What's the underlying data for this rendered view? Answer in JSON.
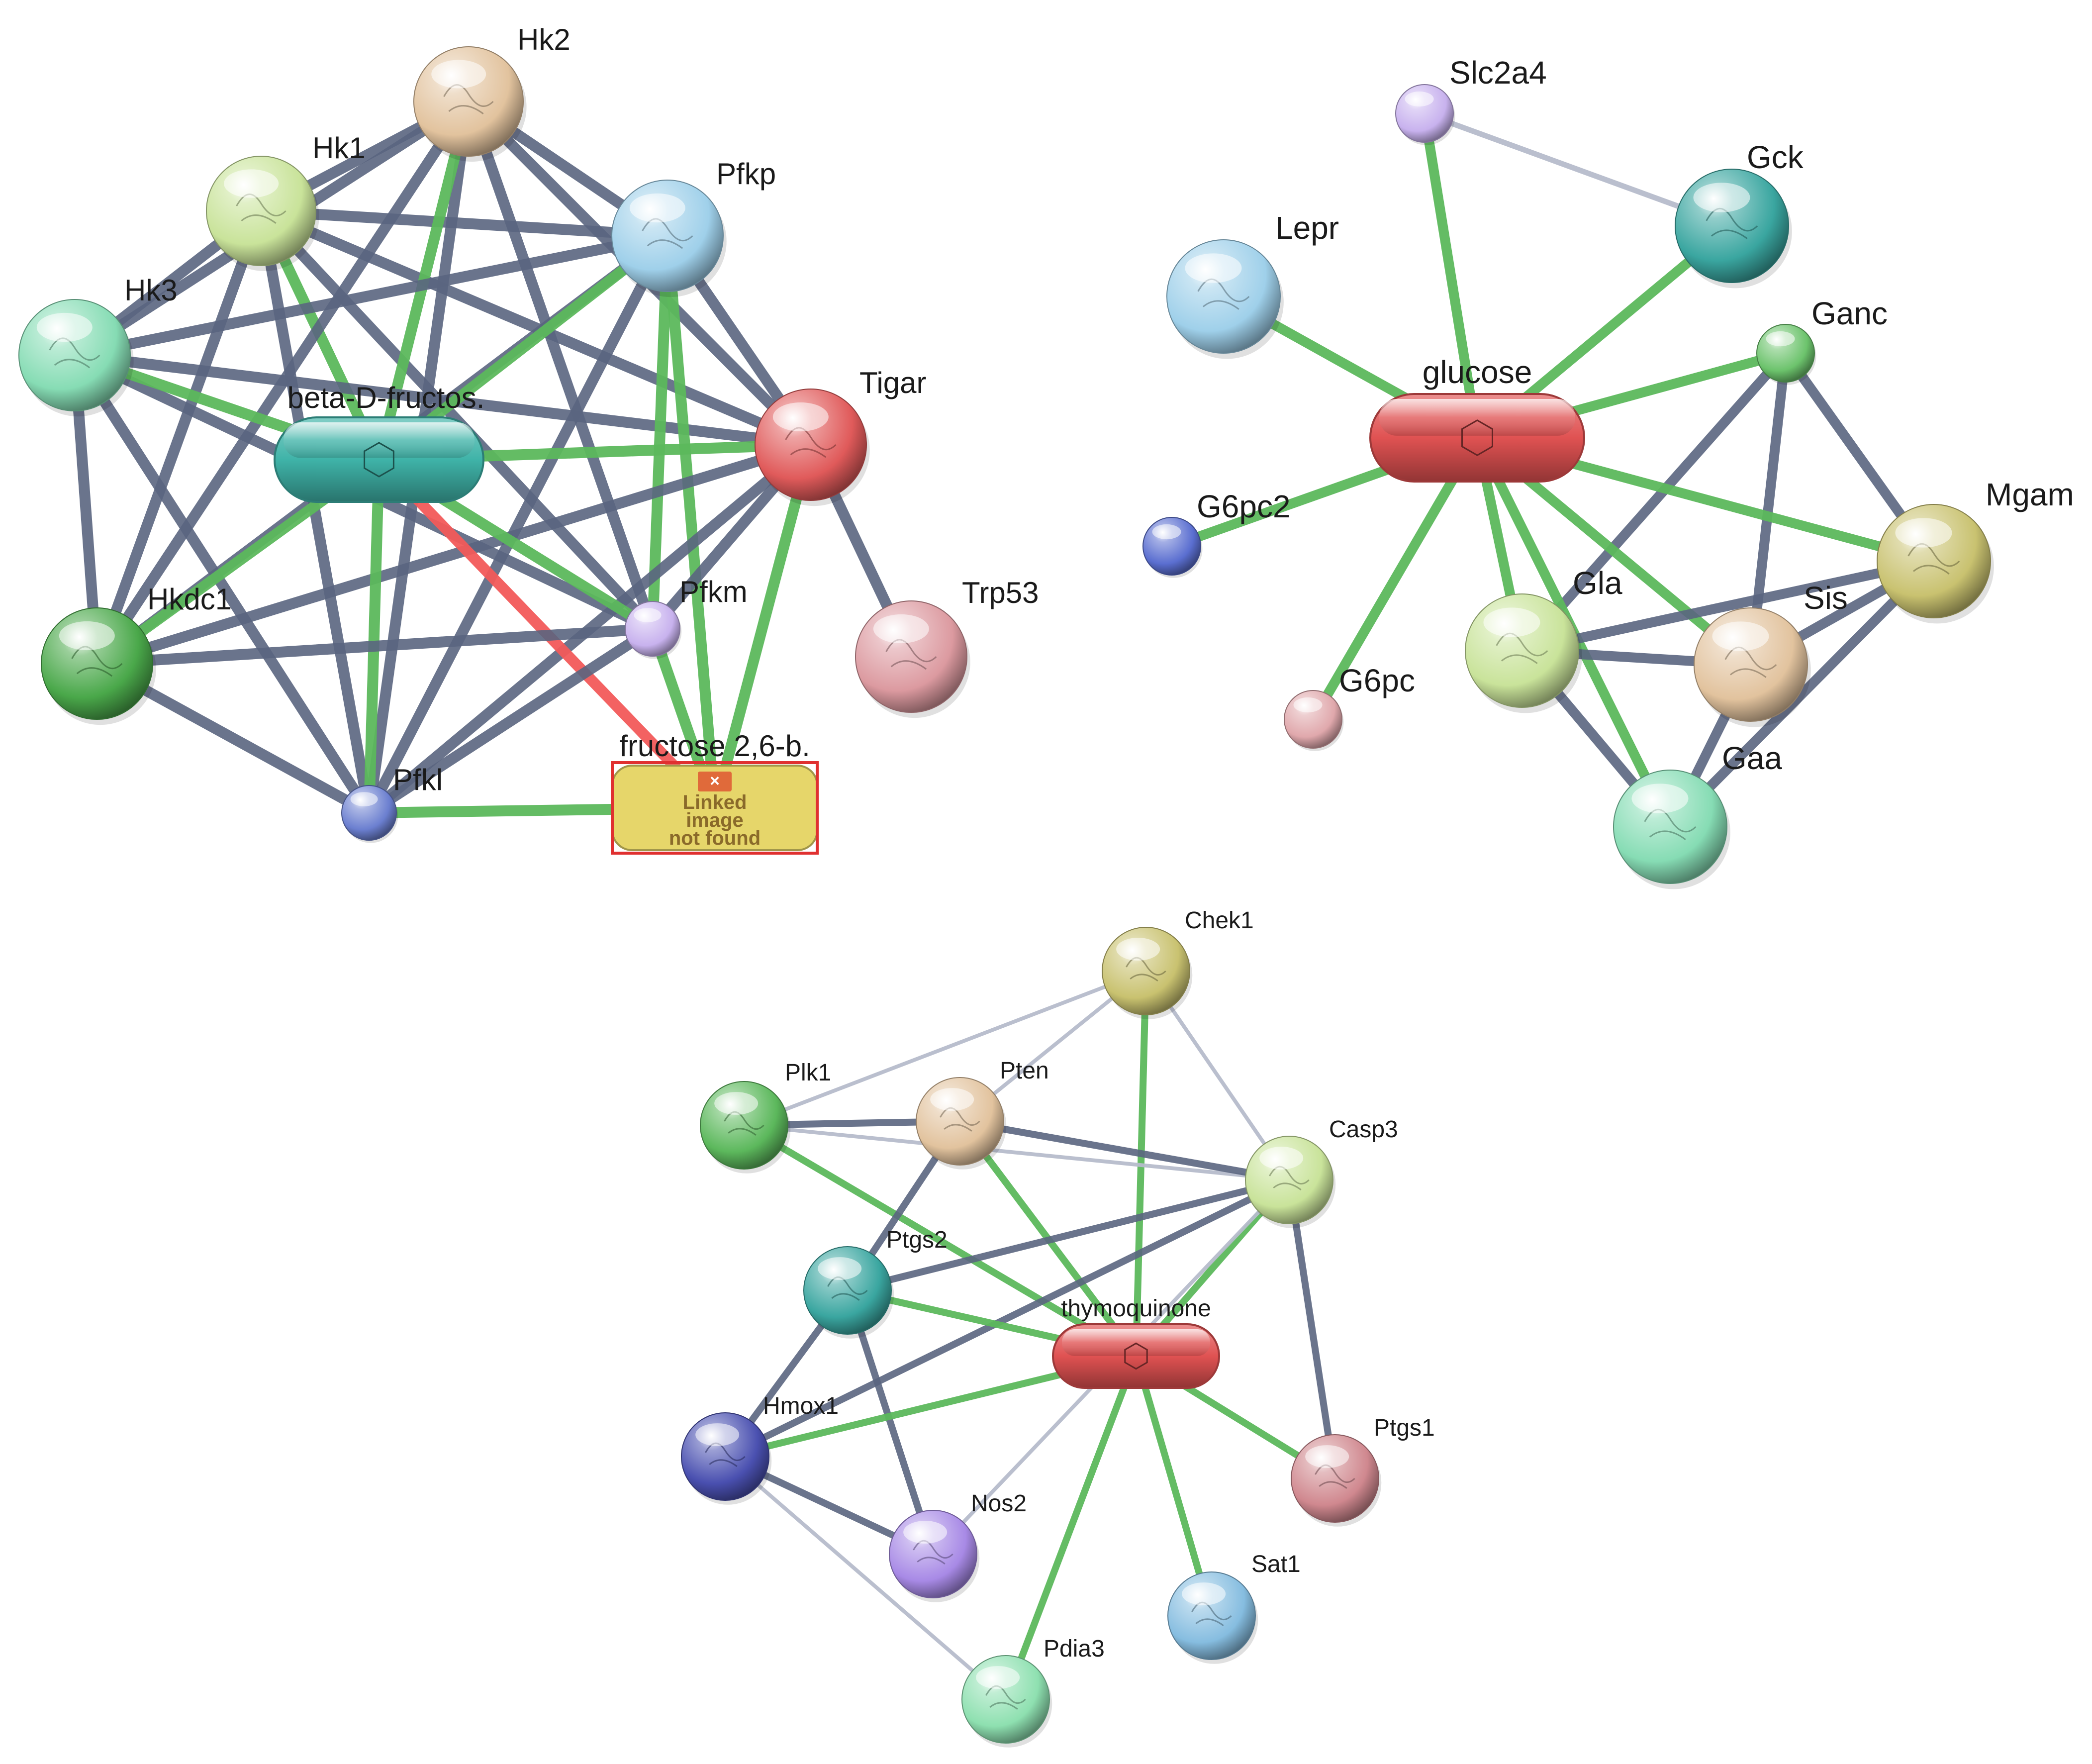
{
  "colors": {
    "edge_gray": "#5a6580",
    "edge_lightgray": "#b6bccb",
    "edge_green": "#5cb85c",
    "edge_red": "#f25a5a"
  },
  "networks": [
    {
      "id": "glycolysis",
      "nodes": [
        {
          "id": "Hk2",
          "label": "Hk2",
          "kind": "protein",
          "color": "#e2c39e"
        },
        {
          "id": "Hk1",
          "label": "Hk1",
          "kind": "protein",
          "color": "#c9e39a"
        },
        {
          "id": "Pfkp",
          "label": "Pfkp",
          "kind": "protein",
          "color": "#9fd0ea"
        },
        {
          "id": "Hk3",
          "label": "Hk3",
          "kind": "protein",
          "color": "#86dcb4"
        },
        {
          "id": "Tigar",
          "label": "Tigar",
          "kind": "protein",
          "color": "#e05a5a"
        },
        {
          "id": "bDF",
          "label": "beta-D-fructos.",
          "kind": "compound",
          "color": "#3fb3a8"
        },
        {
          "id": "Hkdc1",
          "label": "Hkdc1",
          "kind": "protein",
          "color": "#4aa84a"
        },
        {
          "id": "Pfkm",
          "label": "Pfkm",
          "kind": "protein-small",
          "color": "#c8b2ee"
        },
        {
          "id": "Trp53",
          "label": "Trp53",
          "kind": "protein",
          "color": "#dc9aa0"
        },
        {
          "id": "Pfkl",
          "label": "Pfkl",
          "kind": "protein-small",
          "color": "#6b7fd0"
        },
        {
          "id": "F26",
          "label": "fructose 2,6-b.",
          "kind": "compound-broken",
          "color": "#e6d66a",
          "broken_text": [
            "Linked",
            "image",
            "not found"
          ]
        }
      ],
      "edges": [
        [
          "Hk1",
          "Hk2",
          "gray"
        ],
        [
          "Hk1",
          "Hk3",
          "gray"
        ],
        [
          "Hk1",
          "Pfkp",
          "gray"
        ],
        [
          "Hk1",
          "Tigar",
          "gray"
        ],
        [
          "Hk1",
          "Pfkm",
          "gray"
        ],
        [
          "Hk1",
          "Pfkl",
          "gray"
        ],
        [
          "Hk1",
          "Hkdc1",
          "gray"
        ],
        [
          "Hk1",
          "bDF",
          "green"
        ],
        [
          "Hk2",
          "Hk3",
          "gray"
        ],
        [
          "Hk2",
          "Pfkp",
          "gray"
        ],
        [
          "Hk2",
          "Tigar",
          "gray"
        ],
        [
          "Hk2",
          "Pfkm",
          "gray"
        ],
        [
          "Hk2",
          "Pfkl",
          "gray"
        ],
        [
          "Hk2",
          "Hkdc1",
          "gray"
        ],
        [
          "Hk2",
          "bDF",
          "green"
        ],
        [
          "Hk3",
          "Hkdc1",
          "gray"
        ],
        [
          "Hk3",
          "Pfkp",
          "gray"
        ],
        [
          "Hk3",
          "Tigar",
          "gray"
        ],
        [
          "Hk3",
          "Pfkm",
          "gray"
        ],
        [
          "Hk3",
          "Pfkl",
          "gray"
        ],
        [
          "Hk3",
          "bDF",
          "green"
        ],
        [
          "Pfkp",
          "Hkdc1",
          "gray"
        ],
        [
          "Pfkp",
          "Tigar",
          "gray"
        ],
        [
          "Pfkp",
          "Pfkm",
          "green"
        ],
        [
          "Pfkp",
          "Pfkl",
          "gray"
        ],
        [
          "Pfkp",
          "F26",
          "green"
        ],
        [
          "Pfkp",
          "bDF",
          "green"
        ],
        [
          "Tigar",
          "bDF",
          "green"
        ],
        [
          "Tigar",
          "Pfkm",
          "gray"
        ],
        [
          "Tigar",
          "Hkdc1",
          "gray"
        ],
        [
          "Tigar",
          "Pfkl",
          "gray"
        ],
        [
          "Tigar",
          "Trp53",
          "gray"
        ],
        [
          "Tigar",
          "F26",
          "green"
        ],
        [
          "bDF",
          "Hkdc1",
          "green"
        ],
        [
          "bDF",
          "Pfkm",
          "green"
        ],
        [
          "bDF",
          "Pfkl",
          "green"
        ],
        [
          "bDF",
          "F26",
          "red"
        ],
        [
          "Hkdc1",
          "Pfkm",
          "gray"
        ],
        [
          "Hkdc1",
          "Pfkl",
          "gray"
        ],
        [
          "Pfkm",
          "Pfkl",
          "gray"
        ],
        [
          "Pfkm",
          "F26",
          "green"
        ],
        [
          "Pfkl",
          "F26",
          "green"
        ]
      ]
    },
    {
      "id": "glucose",
      "nodes": [
        {
          "id": "Slc2a4",
          "label": "Slc2a4",
          "kind": "protein-small",
          "color": "#c8b2ee"
        },
        {
          "id": "Gck",
          "label": "Gck",
          "kind": "protein",
          "color": "#3aa6a0"
        },
        {
          "id": "Lepr",
          "label": "Lepr",
          "kind": "protein",
          "color": "#9fd0ea"
        },
        {
          "id": "Ganc",
          "label": "Ganc",
          "kind": "protein-small",
          "color": "#6cc36c"
        },
        {
          "id": "glucose",
          "label": "glucose",
          "kind": "compound",
          "color": "#e05252"
        },
        {
          "id": "Mgam",
          "label": "Mgam",
          "kind": "protein",
          "color": "#c9c270"
        },
        {
          "id": "G6pc2",
          "label": "G6pc2",
          "kind": "protein-small",
          "color": "#5a6ed0"
        },
        {
          "id": "Gla",
          "label": "Gla",
          "kind": "protein",
          "color": "#c9e39a"
        },
        {
          "id": "Sis",
          "label": "Sis",
          "kind": "protein",
          "color": "#e2c39e"
        },
        {
          "id": "G6pc",
          "label": "G6pc",
          "kind": "protein-small",
          "color": "#e0a8ac"
        },
        {
          "id": "Gaa",
          "label": "Gaa",
          "kind": "protein",
          "color": "#86dcb4"
        }
      ],
      "edges": [
        [
          "Slc2a4",
          "Gck",
          "lightgray"
        ],
        [
          "Slc2a4",
          "glucose",
          "green"
        ],
        [
          "Gck",
          "glucose",
          "green"
        ],
        [
          "Lepr",
          "glucose",
          "green"
        ],
        [
          "Ganc",
          "glucose",
          "green"
        ],
        [
          "Ganc",
          "Mgam",
          "gray"
        ],
        [
          "Ganc",
          "Gla",
          "gray"
        ],
        [
          "Ganc",
          "Sis",
          "gray"
        ],
        [
          "glucose",
          "Mgam",
          "green"
        ],
        [
          "glucose",
          "G6pc2",
          "green"
        ],
        [
          "glucose",
          "G6pc",
          "green"
        ],
        [
          "glucose",
          "Gla",
          "green"
        ],
        [
          "glucose",
          "Sis",
          "green"
        ],
        [
          "glucose",
          "Gaa",
          "green"
        ],
        [
          "Mgam",
          "Gla",
          "gray"
        ],
        [
          "Mgam",
          "Sis",
          "gray"
        ],
        [
          "Mgam",
          "Gaa",
          "gray"
        ],
        [
          "Gla",
          "Sis",
          "gray"
        ],
        [
          "Gla",
          "Gaa",
          "gray"
        ],
        [
          "Sis",
          "Gaa",
          "gray"
        ]
      ]
    },
    {
      "id": "thymoquinone",
      "nodes": [
        {
          "id": "Chek1",
          "label": "Chek1",
          "kind": "protein",
          "color": "#c9c270"
        },
        {
          "id": "Plk1",
          "label": "Plk1",
          "kind": "protein",
          "color": "#5cb85c"
        },
        {
          "id": "Pten",
          "label": "Pten",
          "kind": "protein",
          "color": "#e2c39e"
        },
        {
          "id": "Casp3",
          "label": "Casp3",
          "kind": "protein",
          "color": "#c9e39a"
        },
        {
          "id": "Ptgs2",
          "label": "Ptgs2",
          "kind": "protein",
          "color": "#3aa6a0"
        },
        {
          "id": "TQ",
          "label": "thymoquinone",
          "kind": "compound",
          "color": "#e05252"
        },
        {
          "id": "Hmox1",
          "label": "Hmox1",
          "kind": "protein",
          "color": "#4a50b0"
        },
        {
          "id": "Ptgs1",
          "label": "Ptgs1",
          "kind": "protein",
          "color": "#d0888f"
        },
        {
          "id": "Nos2",
          "label": "Nos2",
          "kind": "protein",
          "color": "#a88ae6"
        },
        {
          "id": "Sat1",
          "label": "Sat1",
          "kind": "protein",
          "color": "#86bde0"
        },
        {
          "id": "Pdia3",
          "label": "Pdia3",
          "kind": "protein",
          "color": "#8ee0b0"
        }
      ],
      "edges": [
        [
          "Chek1",
          "Plk1",
          "lightgray"
        ],
        [
          "Chek1",
          "Pten",
          "lightgray"
        ],
        [
          "Chek1",
          "Casp3",
          "lightgray"
        ],
        [
          "Chek1",
          "TQ",
          "green"
        ],
        [
          "Plk1",
          "Pten",
          "gray"
        ],
        [
          "Plk1",
          "Casp3",
          "lightgray"
        ],
        [
          "Plk1",
          "TQ",
          "green"
        ],
        [
          "Pten",
          "Casp3",
          "gray"
        ],
        [
          "Pten",
          "TQ",
          "green"
        ],
        [
          "Pten",
          "Ptgs2",
          "gray"
        ],
        [
          "Casp3",
          "Ptgs2",
          "gray"
        ],
        [
          "Casp3",
          "Hmox1",
          "gray"
        ],
        [
          "Casp3",
          "Ptgs1",
          "gray"
        ],
        [
          "Casp3",
          "TQ",
          "green"
        ],
        [
          "Casp3",
          "Nos2",
          "lightgray"
        ],
        [
          "Ptgs2",
          "TQ",
          "green"
        ],
        [
          "Ptgs2",
          "Hmox1",
          "gray"
        ],
        [
          "Ptgs2",
          "Nos2",
          "gray"
        ],
        [
          "TQ",
          "Hmox1",
          "green"
        ],
        [
          "TQ",
          "Ptgs1",
          "green"
        ],
        [
          "TQ",
          "Sat1",
          "green"
        ],
        [
          "TQ",
          "Pdia3",
          "green"
        ],
        [
          "Hmox1",
          "Nos2",
          "gray"
        ],
        [
          "Hmox1",
          "Pdia3",
          "lightgray"
        ]
      ]
    }
  ]
}
